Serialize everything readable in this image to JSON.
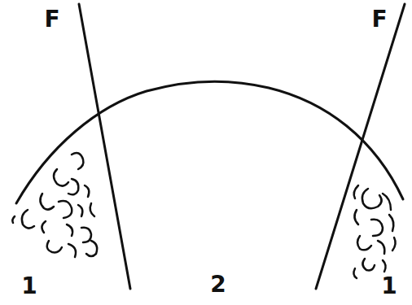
{
  "diagram": {
    "labels": [
      "F",
      "F",
      "1",
      "2",
      "1"
    ]
  }
}
